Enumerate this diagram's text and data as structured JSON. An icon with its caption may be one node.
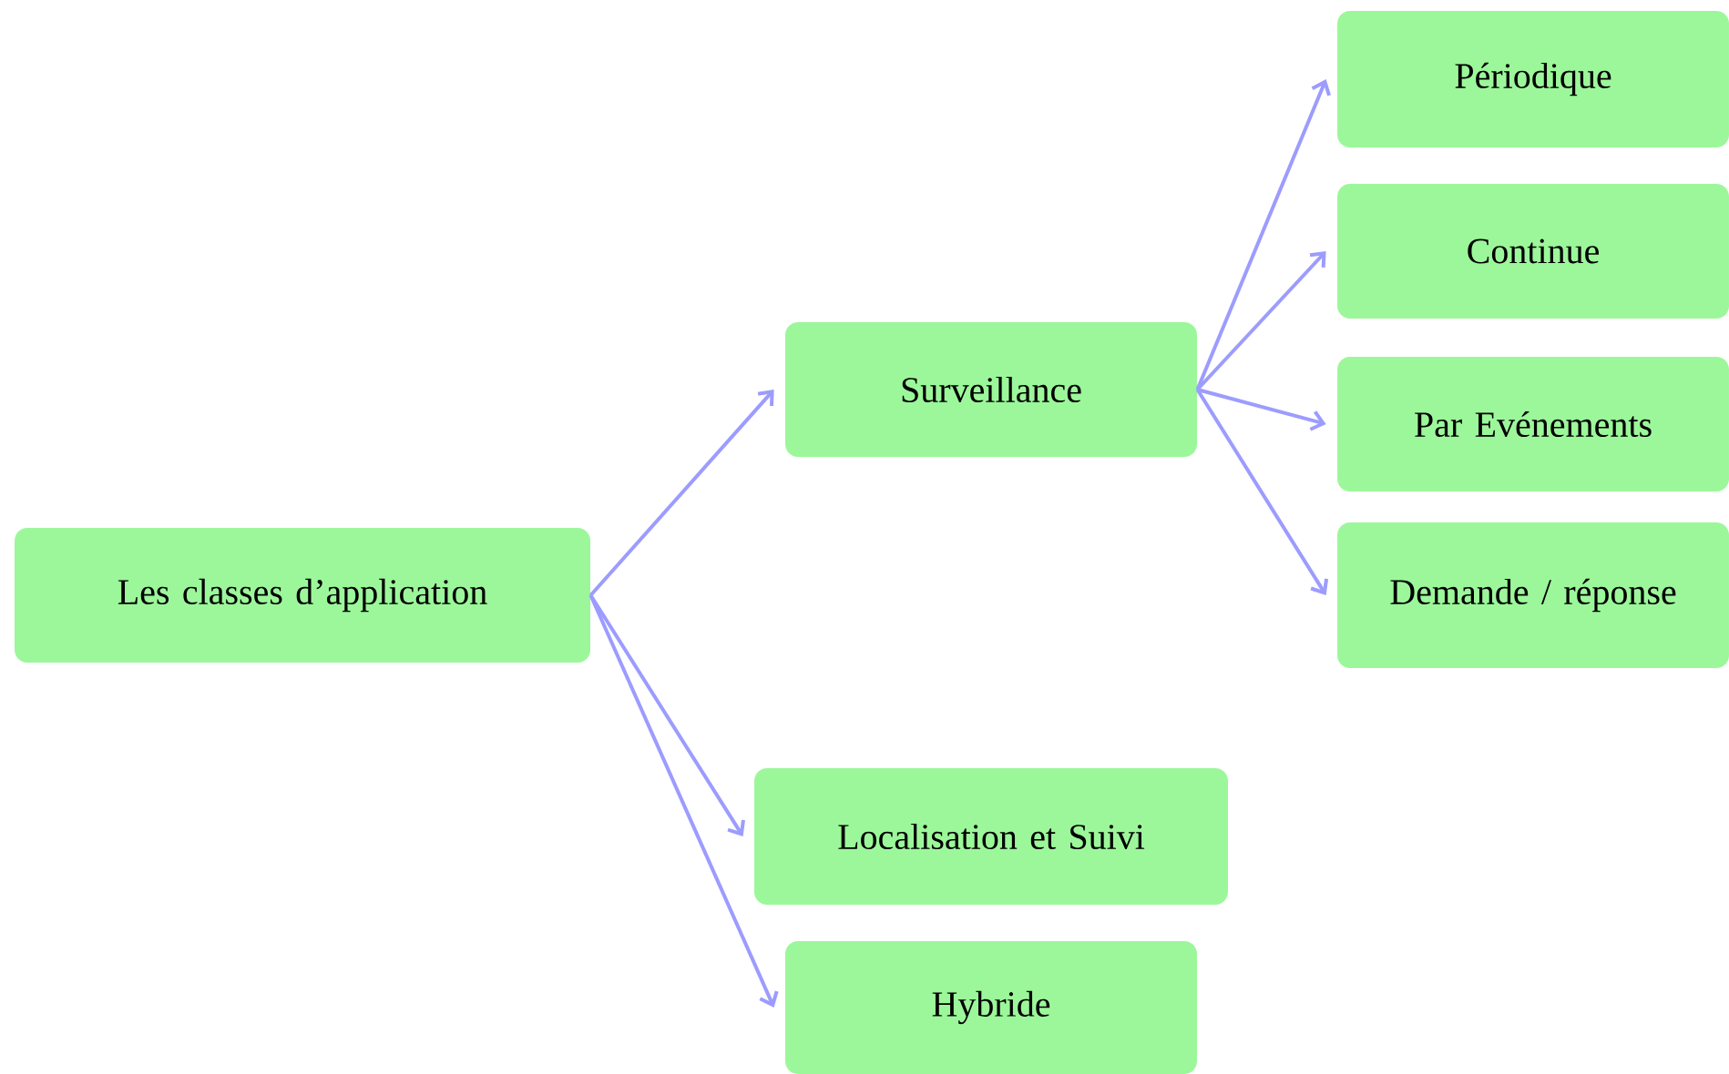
{
  "diagram": {
    "nodes": [
      {
        "text": [
          "Les classes d’application"
        ]
      },
      {
        "text": [
          "Surveillance"
        ]
      },
      {
        "text": [
          "Localisation et Suivi"
        ]
      },
      {
        "text": [
          "Hybride"
        ]
      },
      {
        "text": [
          "Périodique"
        ]
      },
      {
        "text": [
          "Continue"
        ]
      },
      {
        "text": [
          "Par Evénements"
        ]
      },
      {
        "text": [
          "Demande / réponse"
        ]
      }
    ],
    "edges": [
      {
        "from": 0,
        "to": 1,
        "arrow": "to"
      },
      {
        "from": 0,
        "to": 2,
        "arrow": "to"
      },
      {
        "from": 0,
        "to": 3,
        "arrow": "to"
      },
      {
        "from": 1,
        "to": 4,
        "arrow": "to"
      },
      {
        "from": 1,
        "to": 5,
        "arrow": "to"
      },
      {
        "from": 1,
        "to": 6,
        "arrow": "to"
      },
      {
        "from": 1,
        "to": 7,
        "arrow": "to"
      }
    ]
  }
}
